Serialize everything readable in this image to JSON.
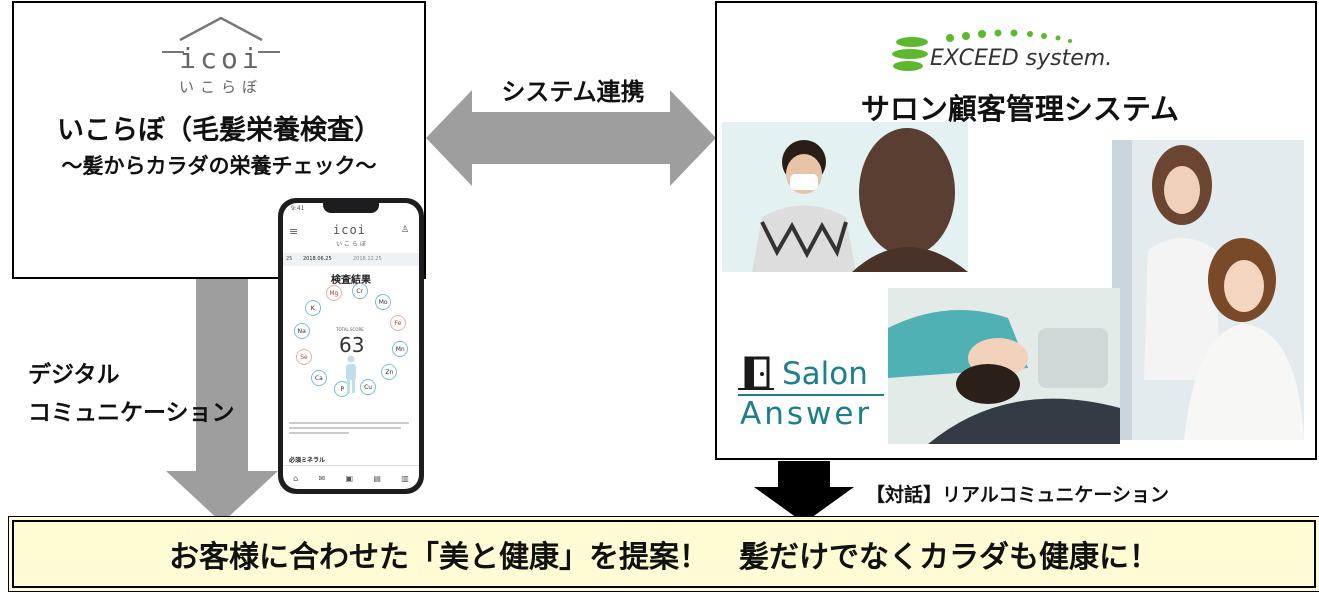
{
  "left_box": {
    "logo_word": "icoi",
    "logo_kana": "いこらぼ",
    "title": "いこらぼ（毛髪栄養検査）",
    "subtitle": "～髪からカラダの栄養チェック～"
  },
  "phone": {
    "time": "9:41",
    "logo_word": "icoi",
    "logo_kana": "いこらぼ",
    "tabs": [
      "25",
      "2018.06.25",
      "2018.12.25"
    ],
    "result_title": "検査結果",
    "score_label": "TOTAL SCORE",
    "score": "63",
    "elements": [
      "Mg",
      "Cr",
      "Mo",
      "Fe",
      "Mn",
      "Zn",
      "Cu",
      "P",
      "Ca",
      "Se",
      "Na",
      "K"
    ],
    "warn_elements": [
      "Mg",
      "Fe",
      "Se"
    ],
    "section_title": "必須ミネラル",
    "nav": [
      "ホーム",
      "メッセージ",
      "お買い物",
      "コラム",
      "マイページ"
    ]
  },
  "center": {
    "system_link": "システム連携",
    "digital_line1": "デジタル",
    "digital_line2": "コミュニケーション"
  },
  "right_box": {
    "logo_text": "EXCEED system.",
    "title": "サロン顧客管理システム",
    "salon_word": "Salon",
    "answer_word": "Answer"
  },
  "real_comm": "【対話】リアルコミュニケーション",
  "banner": "お客様に合わせた「美と健康」を提案！　髪だけでなくカラダも健康に！",
  "colors": {
    "arrow_gray": "#9e9e9e",
    "arrow_black": "#000000",
    "banner_bg": "#fffbd4",
    "salon_teal": "#1c7f8c",
    "exceed_green": "#5cb82e"
  }
}
